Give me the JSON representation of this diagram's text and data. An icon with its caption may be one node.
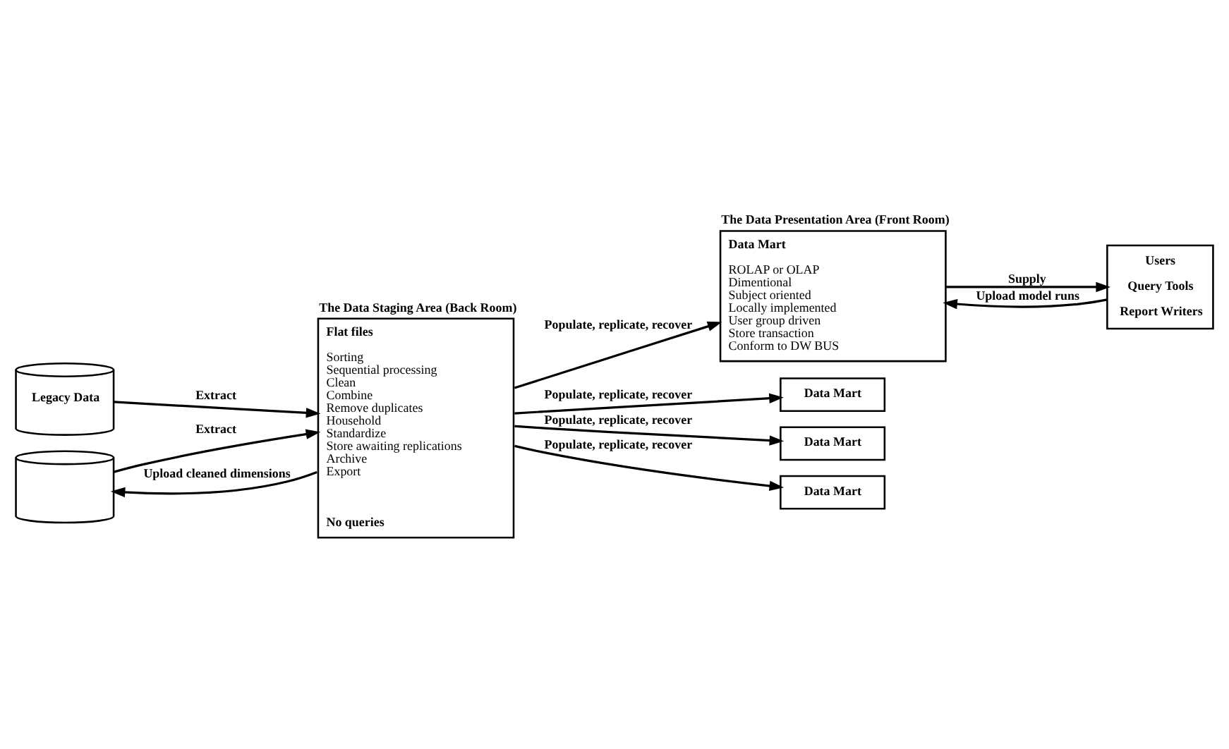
{
  "diagram": {
    "nodes": [
      {
        "text": [
          "Legacy Data"
        ]
      },
      {
        "text": [],
        "shape": "cylinder"
      },
      {
        "text": [
          "The Data Staging Area (Back Room)",
          "Flat files",
          "Sorting",
          "Sequential processing",
          "Clean",
          "Combine",
          "Remove duplicates",
          "Household",
          "Standardize",
          "Store awaiting replications",
          "Archive",
          "Export",
          "No queries"
        ]
      },
      {
        "text": [
          "The Data Presentation Area (Front Room)",
          "Data Mart",
          "ROLAP or OLAP",
          "Dimentional",
          "Subject oriented",
          "Locally implemented",
          "User group driven",
          "Store transaction",
          "Conform to DW BUS"
        ]
      },
      {
        "text": [
          "Users",
          "Query Tools",
          "Report Writers"
        ]
      },
      {
        "text": [
          "Data Mart"
        ]
      },
      {
        "text": [
          "Data Mart"
        ]
      },
      {
        "text": [
          "Data Mart"
        ]
      }
    ],
    "edges": [
      {
        "from": 0,
        "to": 2,
        "arrow": "to",
        "label": "Extract"
      },
      {
        "from": 1,
        "to": 2,
        "arrow": "to",
        "label": "Extract"
      },
      {
        "from": 2,
        "to": 3,
        "arrow": "to",
        "label": "Populate, replicate, recover"
      },
      {
        "from": 3,
        "to": 4,
        "arrow": "to",
        "label": "Supply"
      },
      {
        "from": 4,
        "to": 3,
        "arrow": "to",
        "label": "Upload model runs"
      },
      {
        "from": 2,
        "to": 5,
        "arrow": "to",
        "label": "Populate, replicate, recover"
      },
      {
        "from": 2,
        "to": 6,
        "arrow": "to",
        "label": "Populate, replicate, recover"
      },
      {
        "from": 2,
        "to": 7,
        "arrow": "to",
        "label": "Populate, replicate, recover"
      },
      {
        "from": 2,
        "to": 1,
        "arrow": "to",
        "label": "Upload cleaned dimensions"
      }
    ]
  }
}
